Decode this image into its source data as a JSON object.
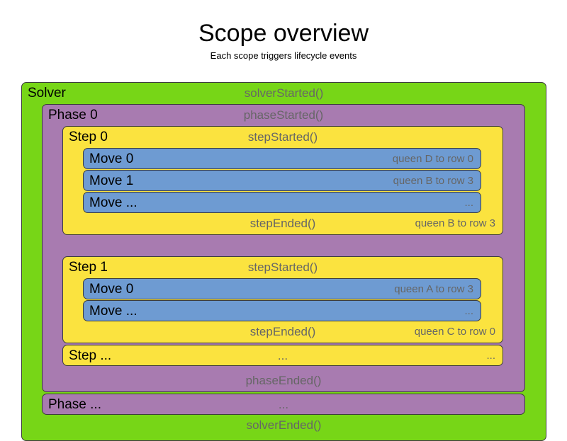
{
  "heading": {
    "title": "Scope overview",
    "subtitle": "Each scope triggers lifecycle events"
  },
  "colors": {
    "solver": "#77d617",
    "phase": "#a87bb0",
    "step": "#fbe33f",
    "move": "#6e9bd2",
    "border": "#3d3d3d",
    "event_text": "#666666",
    "label_text": "#000000"
  },
  "solver": {
    "label": "Solver",
    "started_event": "solverStarted()",
    "ended_event": "solverEnded()",
    "phases": [
      {
        "label": "Phase 0",
        "started_event": "phaseStarted()",
        "ended_event": "phaseEnded()",
        "steps": [
          {
            "label": "Step 0",
            "started_event": "stepStarted()",
            "ended_event": "stepEnded()",
            "ended_detail": "queen B to row 3",
            "moves": [
              {
                "label": "Move 0",
                "detail": "queen D to row 0"
              },
              {
                "label": "Move 1",
                "detail": "queen B to row 3"
              },
              {
                "label": "Move ...",
                "detail": "..."
              }
            ]
          },
          {
            "label": "Step 1",
            "started_event": "stepStarted()",
            "ended_event": "stepEnded()",
            "ended_detail": "queen C to row 0",
            "moves": [
              {
                "label": "Move 0",
                "detail": "queen A to row 3"
              },
              {
                "label": "Move ...",
                "detail": "..."
              }
            ]
          }
        ],
        "step_ellipsis": {
          "label": "Step ...",
          "event": "...",
          "detail": "..."
        }
      }
    ],
    "phase_ellipsis": {
      "label": "Phase ...",
      "event": "..."
    }
  }
}
